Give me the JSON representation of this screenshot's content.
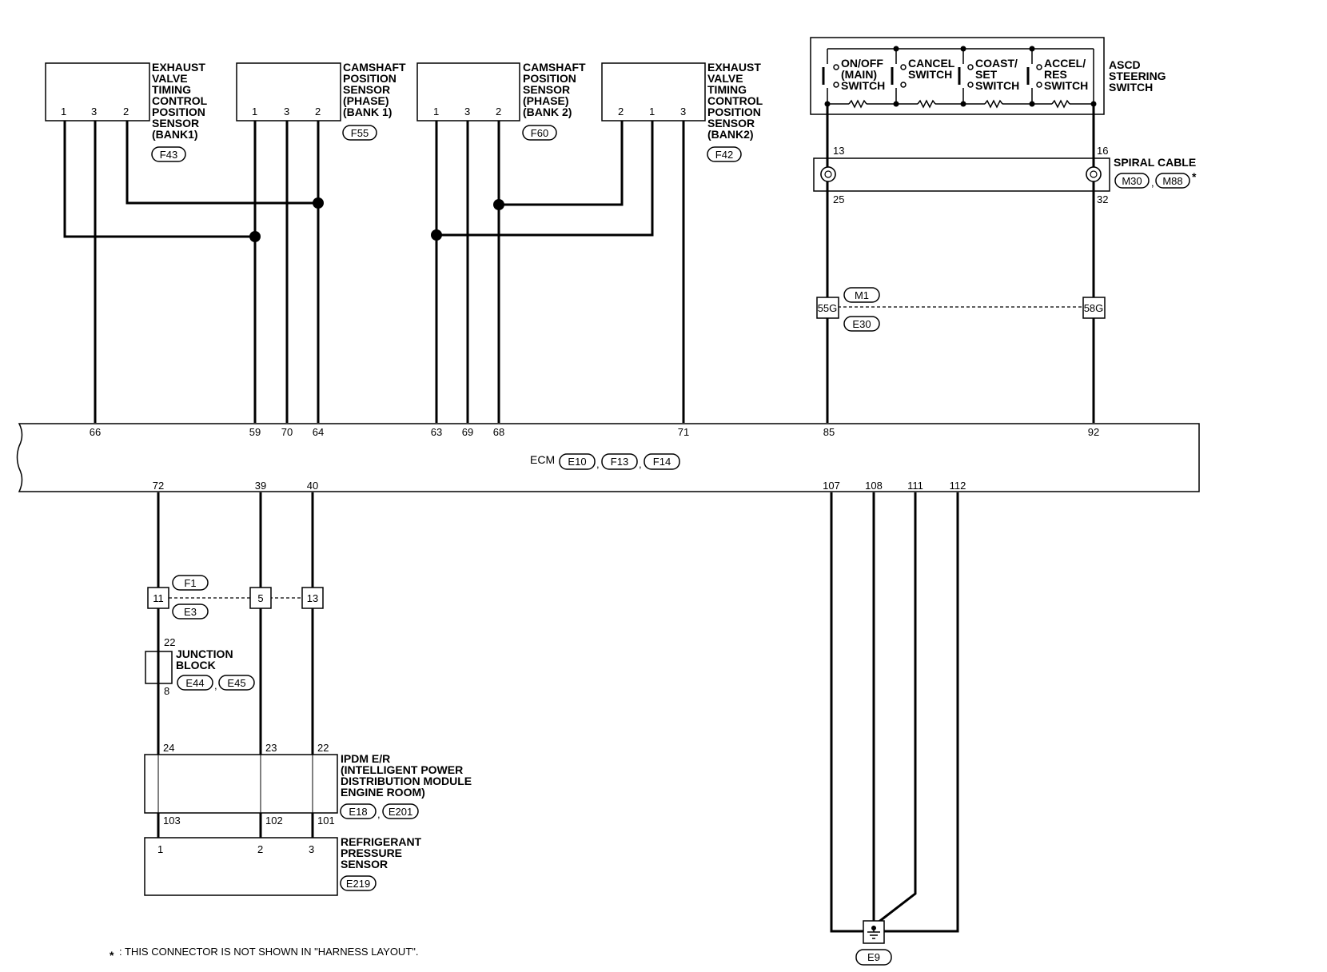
{
  "components": {
    "evt_bank1": {
      "lines": [
        "EXHAUST",
        "VALVE",
        "TIMING",
        "CONTROL",
        "POSITION",
        "SENSOR",
        "(BANK1)"
      ],
      "connector": "F43",
      "pins": [
        "1",
        "3",
        "2"
      ]
    },
    "cam_bank1": {
      "lines": [
        "CAMSHAFT",
        "POSITION",
        "SENSOR",
        "(PHASE)",
        "(BANK 1)"
      ],
      "connector": "F55",
      "pins": [
        "1",
        "3",
        "2"
      ]
    },
    "cam_bank2": {
      "lines": [
        "CAMSHAFT",
        "POSITION",
        "SENSOR",
        "(PHASE)",
        "(BANK 2)"
      ],
      "connector": "F60",
      "pins": [
        "1",
        "3",
        "2"
      ]
    },
    "evt_bank2": {
      "lines": [
        "EXHAUST",
        "VALVE",
        "TIMING",
        "CONTROL",
        "POSITION",
        "SENSOR",
        "(BANK2)"
      ],
      "connector": "F42",
      "pins": [
        "2",
        "1",
        "3"
      ]
    },
    "ascd": {
      "lines": [
        "ASCD",
        "STEERING",
        "SWITCH"
      ],
      "switches": [
        [
          "ON/OFF",
          "(MAIN)",
          "SWITCH"
        ],
        [
          "CANCEL",
          "SWITCH"
        ],
        [
          "COAST/",
          "SET",
          "SWITCH"
        ],
        [
          "ACCEL/",
          "RES",
          "SWITCH"
        ]
      ]
    },
    "spiral": {
      "label": "SPIRAL CABLE",
      "connectors": [
        "M30",
        "M88"
      ],
      "star": "*",
      "pins_top": [
        "13",
        "16"
      ],
      "pins_bottom": [
        "25",
        "32"
      ]
    },
    "joint_m1": {
      "connectors": [
        "M1",
        "E30"
      ],
      "pins": [
        "55G",
        "58G"
      ]
    },
    "ecm": {
      "label": "ECM",
      "connectors": [
        "E10",
        "F13",
        "F14"
      ],
      "sep": ",",
      "top_pins": [
        "66",
        "59",
        "70",
        "64",
        "63",
        "69",
        "68",
        "71",
        "85",
        "92"
      ],
      "bottom_pins": [
        "72",
        "39",
        "40",
        "107",
        "108",
        "111",
        "112"
      ]
    },
    "joint_f1": {
      "connectors": [
        "F1",
        "E3"
      ],
      "pins": [
        "11",
        "5",
        "13"
      ]
    },
    "junction": {
      "lines": [
        "JUNCTION",
        "BLOCK"
      ],
      "connectors": [
        "E44",
        "E45"
      ],
      "pins": [
        "22",
        "8"
      ]
    },
    "ipdm": {
      "lines": [
        "IPDM E/R",
        "(INTELLIGENT POWER",
        "DISTRIBUTION MODULE",
        "ENGINE ROOM)"
      ],
      "connectors": [
        "E18",
        "E201"
      ],
      "pins_top": [
        "24",
        "23",
        "22"
      ],
      "pins_bottom": [
        "103",
        "102",
        "101"
      ]
    },
    "refrig": {
      "lines": [
        "REFRIGERANT",
        "PRESSURE",
        "SENSOR"
      ],
      "connector": "E219",
      "pins": [
        "1",
        "2",
        "3"
      ]
    },
    "ground": {
      "connector": "E9"
    }
  },
  "footnote": {
    "star": "*",
    "text": ": THIS CONNECTOR IS NOT SHOWN IN \"HARNESS LAYOUT\"."
  }
}
